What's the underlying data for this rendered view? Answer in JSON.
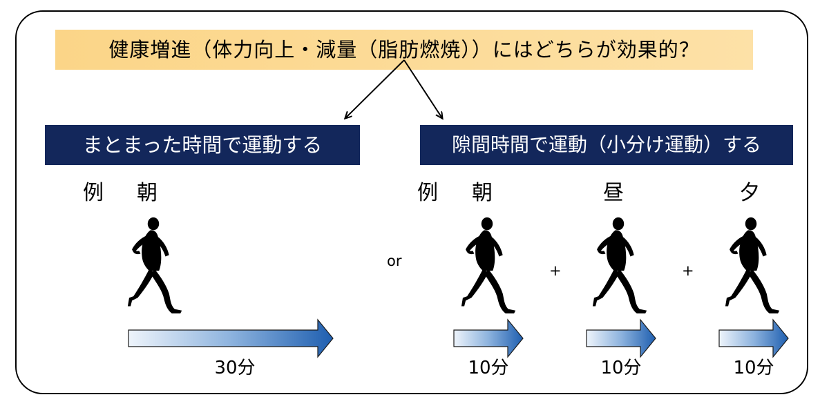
{
  "question": "健康増進（体力向上・減量（脂肪燃焼））にはどちらが効果的？",
  "options": {
    "left": {
      "title": "まとまった時間で運動する",
      "example": "例",
      "slot": "朝",
      "duration": "30分"
    },
    "right": {
      "title": "隙間時間で運動（小分け運動）する",
      "example": "例",
      "slots": [
        {
          "label": "朝",
          "duration": "10分"
        },
        {
          "label": "昼",
          "duration": "10分"
        },
        {
          "label": "夕",
          "duration": "10分"
        }
      ]
    }
  },
  "connectors": {
    "or": "or",
    "plus1": "+",
    "plus2": "+"
  },
  "colors": {
    "question_bg": "#fbd588",
    "title_bg": "#13275b",
    "title_text": "#ffffff",
    "arrow_start": "#e9f1fa",
    "arrow_end": "#1f5fb0",
    "runner": "#000000"
  },
  "icons": [
    "runner-icon",
    "time-arrow-icon"
  ]
}
